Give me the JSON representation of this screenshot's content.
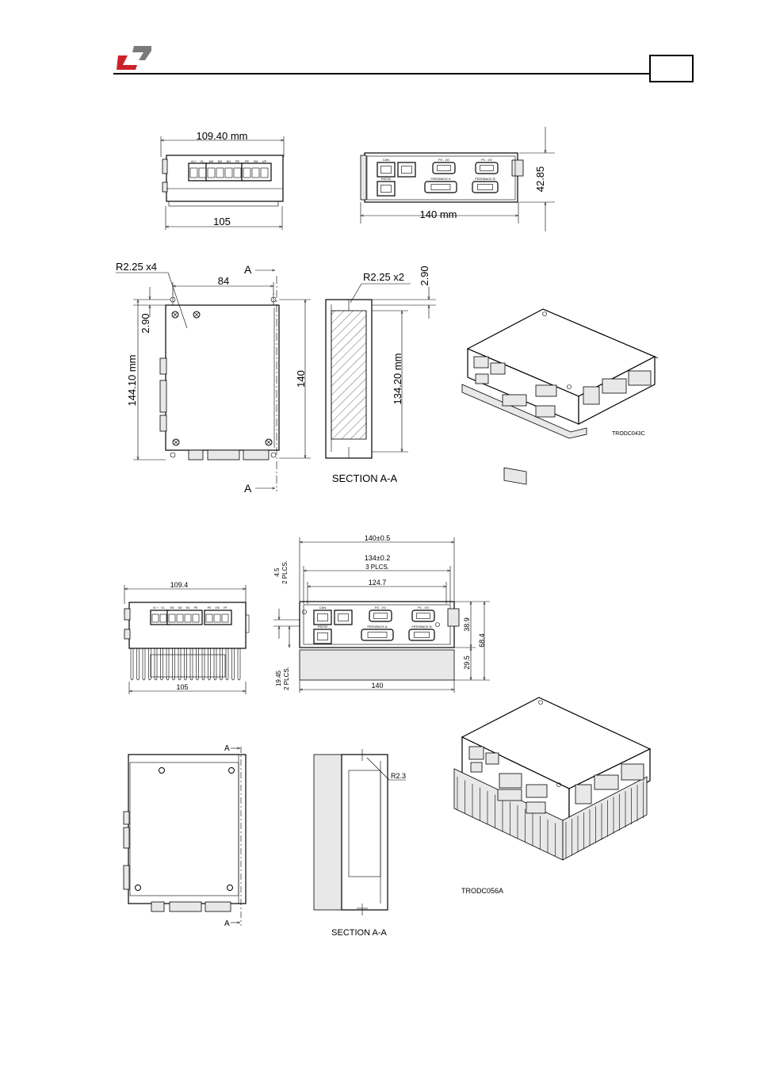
{
  "header": {
    "logo": "company-logo",
    "page_number": ""
  },
  "drawing1": {
    "front_width_top": "109.40 mm",
    "front_width_bottom": "105",
    "side_length": "140 mm",
    "side_height": "42.85",
    "connectors_front": [
      "VL+",
      "VL-",
      "M3",
      "M2",
      "M1",
      "PE",
      "PE",
      "VM",
      "VP"
    ],
    "connectors_side": [
      "CAN",
      "RS232",
      "P2 - I/O",
      "P1 - I/O",
      "FEEDBACK A",
      "FEEDBACK B"
    ],
    "top_radius": "R2.25 x4",
    "top_hole_spacing": "84",
    "top_offset": "2.90",
    "top_outer_length": "144.10 mm",
    "top_length": "140",
    "section_marker": "A",
    "section_radius": "R2.25 x2",
    "section_offset": "2.90",
    "section_length": "134.20 mm",
    "section_label": "SECTION A-A",
    "iso_label": "TRODC043C"
  },
  "drawing2": {
    "front_width_top": "109.4",
    "front_width_bottom": "105",
    "dim_140_tol": "140±0.5",
    "dim_134_tol": "134±0.2",
    "dim_134_note": "3 PLCS.",
    "dim_124": "124.7",
    "dim_4_5": "4.5",
    "dim_4_5_note": "2 PLCS.",
    "dim_19_45": "19.45",
    "dim_19_45_note": "2 PLCS.",
    "dim_140": "140",
    "dim_38_9": "38.9",
    "dim_29_5": "29.5",
    "dim_68_4": "68.4",
    "section_marker": "A",
    "section_radius": "R2.3",
    "section_label": "SECTION A-A",
    "iso_label": "TRODC056A"
  },
  "colors": {
    "logo_red": "#cc2229",
    "logo_gray": "#7a7a7a",
    "line": "#000000"
  }
}
